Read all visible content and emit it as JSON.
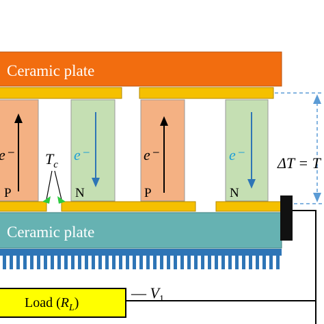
{
  "top_plate": {
    "label": "Ceramic plate",
    "color": "#f26d0f"
  },
  "bottom_plate": {
    "label": "Ceramic plate",
    "color": "#66b2b2"
  },
  "conductor_color": "#f5c000",
  "p_leg_color": "#f4b183",
  "n_leg_color": "#c5dfb3",
  "heat_sink_color": "#2e75b6",
  "legs": [
    {
      "type": "P",
      "carrier": "e⁻",
      "arrow": "up"
    },
    {
      "type": "N",
      "carrier": "e⁻",
      "arrow": "down"
    },
    {
      "type": "P",
      "carrier": "e⁻",
      "arrow": "up"
    },
    {
      "type": "N",
      "carrier": "e⁻",
      "arrow": "down"
    }
  ],
  "cold_temp_label": "Tc",
  "delta_t_label": "ΔT = T",
  "load_label": "Load (RL)",
  "voltage_label": "— V1"
}
